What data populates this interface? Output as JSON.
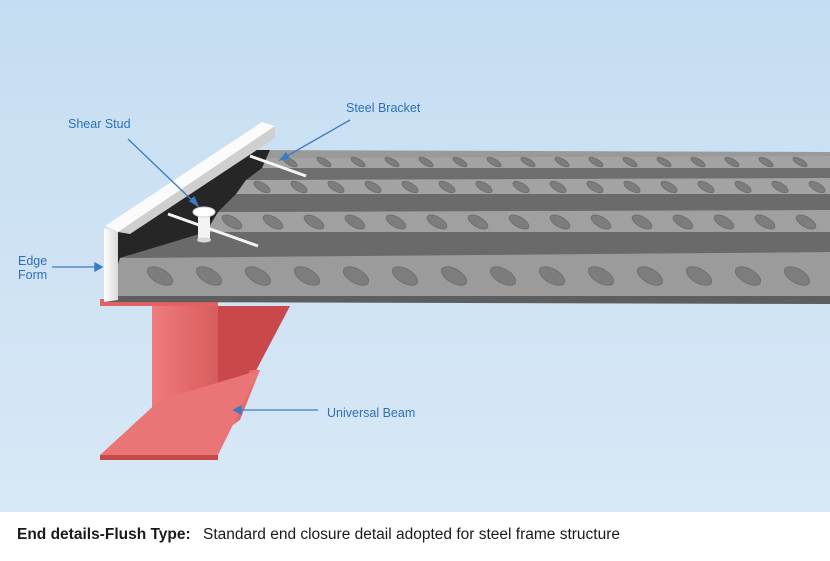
{
  "labels": {
    "shear_stud": "Shear Stud",
    "steel_bracket": "Steel Bracket",
    "edge_form_line1": "Edge",
    "edge_form_line2": "Form",
    "universal_beam": "Universal Beam"
  },
  "caption": {
    "title": "End details-Flush Type:",
    "text": "Standard end closure detail adopted for steel frame structure"
  },
  "colors": {
    "background_top": "#c8dff2",
    "background_bottom": "#d6e7f6",
    "deck": "#8a8a8a",
    "beam": "#e8676a",
    "edge_form": "#f4f4f4",
    "label": "#2f6fb6"
  }
}
